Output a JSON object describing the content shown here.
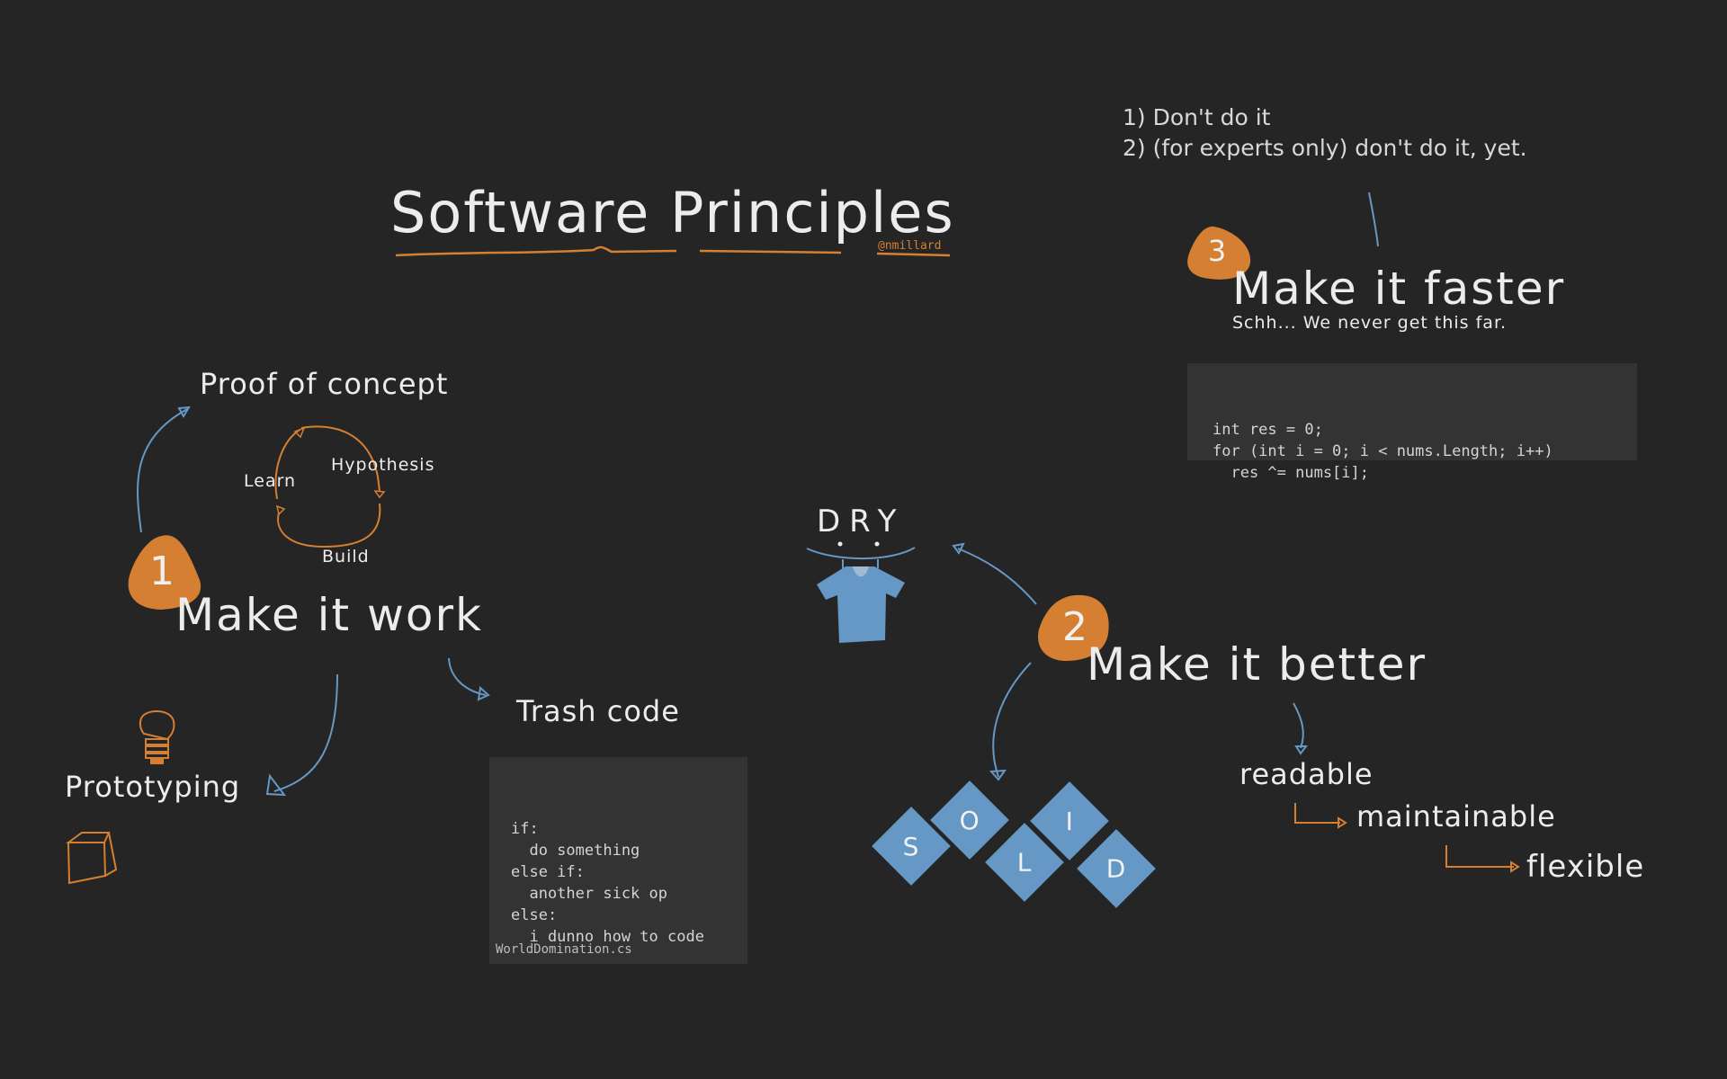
{
  "title": {
    "text": "Software Principles",
    "author": "@nmillard"
  },
  "colors": {
    "background": "#252525",
    "accent_orange": "#d57f33",
    "accent_blue": "#6598c4",
    "text": "#ececec",
    "code_bg": "#333333"
  },
  "quote": {
    "line1": "1) Don't do it",
    "line2": "2) (for experts only) don't do it, yet."
  },
  "step1": {
    "badge": "1",
    "heading": "Make it work",
    "proof_of_concept": "Proof of concept",
    "cycle": {
      "learn": "Learn",
      "hypothesis": "Hypothesis",
      "build": "Build"
    },
    "prototyping": "Prototyping",
    "trash_code": "Trash code",
    "code_block": {
      "code": "if:\n  do something\nelse if:\n  another sick op\nelse:\n  i dunno how to code",
      "filename": "WorldDomination.cs"
    },
    "icons": [
      "lightbulb-icon",
      "cube-icon"
    ]
  },
  "step2": {
    "badge": "2",
    "heading": "Make it better",
    "dry": {
      "label": "DRY",
      "icon": "tshirt-icon"
    },
    "solid": {
      "letters": [
        "S",
        "O",
        "L",
        "I",
        "D"
      ]
    },
    "qualities": [
      "readable",
      "maintainable",
      "flexible"
    ]
  },
  "step3": {
    "badge": "3",
    "heading": "Make it faster",
    "subtitle": "Schh... We never get this far.",
    "code_block": {
      "code": "int res = 0;\nfor (int i = 0; i < nums.Length; i++)\n  res ^= nums[i];"
    }
  }
}
